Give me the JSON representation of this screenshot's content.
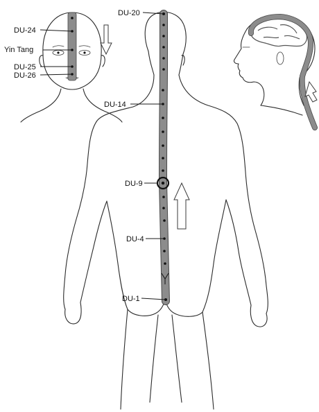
{
  "labels": {
    "du20": "DU-20",
    "du24": "DU-24",
    "yin_tang": "Yin Tang",
    "du25": "DU-25",
    "du26": "DU-26",
    "du14": "DU-14",
    "du9": "DU-9",
    "du4": "DU-4",
    "du1": "DU-1"
  },
  "colors": {
    "channel_fill": "#8c8c8c",
    "point": "#111111",
    "outline": "#2a2a2a"
  },
  "icons": {
    "front_flow_arrow": "down-arrow-icon",
    "back_flow_arrow": "up-arrow-icon",
    "side_flow_arrow": "up-arrow-icon"
  }
}
